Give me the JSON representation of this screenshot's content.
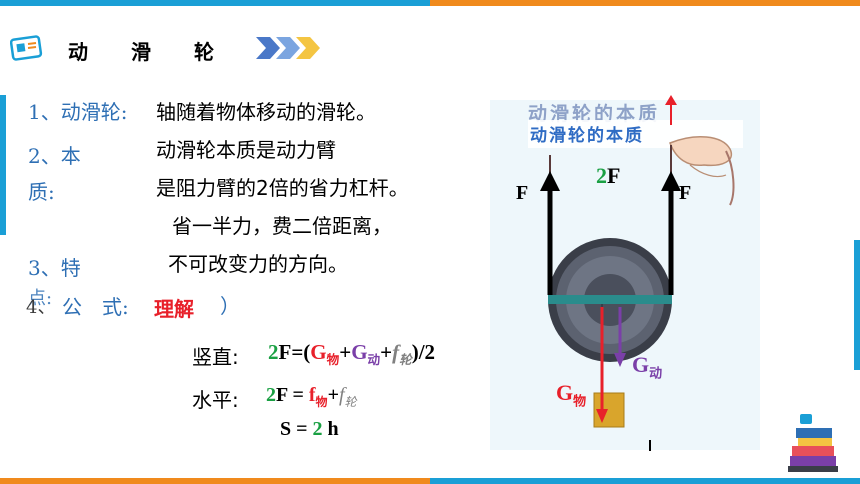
{
  "header": {
    "title": "动　　滑　　轮",
    "icon": "monitor-icon",
    "arrows_icon": "chevron-arrows-icon"
  },
  "colors": {
    "top_bar": "#1a9fd6",
    "top_bar_right": "#f08a1d",
    "bottom_bar_left": "#f08a1d",
    "bottom_bar_right": "#1a9fd6",
    "item_blue": "#2e6fb4",
    "green": "#1aa043",
    "red": "#e8202a",
    "purple": "#7a3fa8"
  },
  "items": {
    "item1_label": "1、动滑轮:",
    "item1_text": "轴随着物体移动的滑轮。",
    "item2_label_a": "2、本",
    "item2_label_b": "质:",
    "item2_line1": "动滑轮本质是动力臂",
    "item2_line2": "是阻力臂的2倍的省力杠杆。",
    "item3_label_a": "3、特",
    "item3_label_b": "点:",
    "item3_line1": "省一半力，费二倍距离，",
    "item3_line2": "不可改变力的方向。",
    "item4_label_a": "4、",
    "item4_label_b": "公　式:",
    "item4_understand": "理解",
    "item4_close": "）"
  },
  "formulas": {
    "vertical_label": "竖直:",
    "vertical_2": "2",
    "vertical_F": "F",
    "vertical_eq": "=(",
    "vertical_G": "G",
    "vertical_G_sub": "物",
    "vertical_plus1": "+",
    "vertical_Gd": "G",
    "vertical_Gd_sub": "动",
    "vertical_plus2": "+",
    "vertical_f": "f",
    "vertical_f_sub": "轮",
    "vertical_end": ")/2",
    "horizontal_label": "水平:",
    "horizontal_2": "2",
    "horizontal_F": "F = ",
    "horizontal_f": "f",
    "horizontal_f_sub": "物",
    "horizontal_plus": "+",
    "horizontal_fl": "f",
    "horizontal_fl_sub": "轮",
    "distance_S": "S = ",
    "distance_2": "2",
    "distance_h": " h"
  },
  "diagram": {
    "title_back": "动滑轮的本质",
    "title_front": "动滑轮的本质",
    "label_2F": "2F",
    "label_2": "2",
    "label_F_left": "F",
    "label_F_right": "F",
    "label_Gd": "G",
    "label_Gd_sub": "动",
    "label_Gw": "G",
    "label_Gw_sub": "物"
  }
}
